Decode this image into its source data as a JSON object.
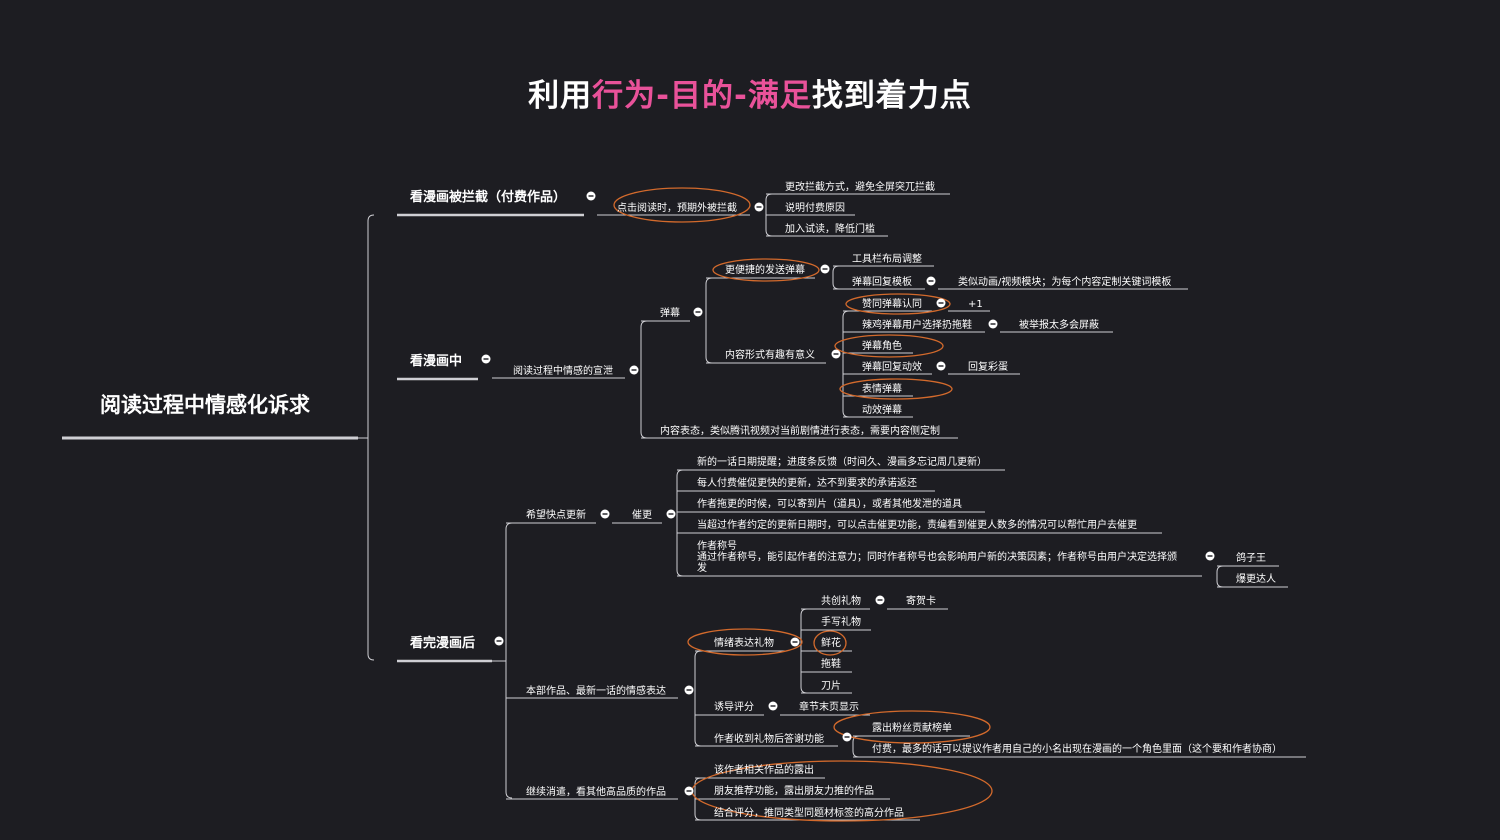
{
  "title": {
    "pre": "利用",
    "highlight": "行为-目的-满足",
    "post": "找到着力点"
  },
  "colors": {
    "background": "#1d1d22",
    "line": "#cfcfd4",
    "highlight": "#e9529a",
    "circle": "#d36a2c"
  },
  "root": "阅读过程中情感化诉求",
  "nodes": {
    "b1": "看漫画被拦截（付费作品）",
    "b1a": "点击阅读时，预期外被拦截",
    "b1a1": "更改拦截方式，避免全屏突兀拦截",
    "b1a2": "说明付费原因",
    "b1a3": "加入试读，降低门槛",
    "b2": "看漫画中",
    "b2a": "阅读过程中情感的宣泄",
    "b2a1": "弹幕",
    "b2a1a": "更便捷的发送弹幕",
    "b2a1a1": "工具栏布局调整",
    "b2a1a2": "弹幕回复模板",
    "b2a1a2a": "类似动画/视频模块；为每个内容定制关键词模板",
    "b2a1b": "内容形式有趣有意义",
    "b2a1b1": "赞同弹幕认同",
    "b2a1b1a": "+1",
    "b2a1b2": "辣鸡弹幕用户选择扔拖鞋",
    "b2a1b2a": "被举报太多会屏蔽",
    "b2a1b3": "弹幕角色",
    "b2a1b4": "弹幕回复动效",
    "b2a1b4a": "回复彩蛋",
    "b2a1b5": "表情弹幕",
    "b2a1b6": "动效弹幕",
    "b2a2": "内容表态，类似腾讯视频对当前剧情进行表态，需要内容侧定制",
    "b3": "看完漫画后",
    "b3a": "希望快点更新",
    "b3a1": "催更",
    "b3a1a": "新的一话日期提醒；进度条反馈（时间久、漫画多忘记周几更新）",
    "b3a1b": "每人付费催促更快的更新，达不到要求的承诺返还",
    "b3a1c": "作者拖更的时候，可以寄到片（道具），或者其他发泄的道具",
    "b3a1d": "当超过作者约定的更新日期时，可以点击催更功能，责编看到催更人数多的情况可以帮忙用户去催更",
    "b3a1e_l1": "作者称号",
    "b3a1e_l2": "通过作者称号，能引起作者的注意力；同时作者称号也会影响用户新的决策因素；作者称号由用户决定选择颁",
    "b3a1e_l3": "发",
    "b3a1e1": "鸽子王",
    "b3a1e2": "爆更达人",
    "b3b": "本部作品、最新一话的情感表达",
    "b3b1": "情绪表达礼物",
    "b3b1a": "共创礼物",
    "b3b1a1": "寄贺卡",
    "b3b1b": "手写礼物",
    "b3b1c": "鲜花",
    "b3b1d": "拖鞋",
    "b3b1e": "刀片",
    "b3b2": "诱导评分",
    "b3b2a": "章节末页显示",
    "b3b3": "作者收到礼物后答谢功能",
    "b3b3a": "露出粉丝贡献榜单",
    "b3b3b": "付费，最多的话可以提议作者用自己的小名出现在漫画的一个角色里面（这个要和作者协商）",
    "b3c": "继续消遣，看其他高品质的作品",
    "b3c1": "该作者相关作品的露出",
    "b3c2": "朋友推荐功能，露出朋友力推的作品",
    "b3c3": "结合评分，推同类型同题材标签的高分作品"
  }
}
